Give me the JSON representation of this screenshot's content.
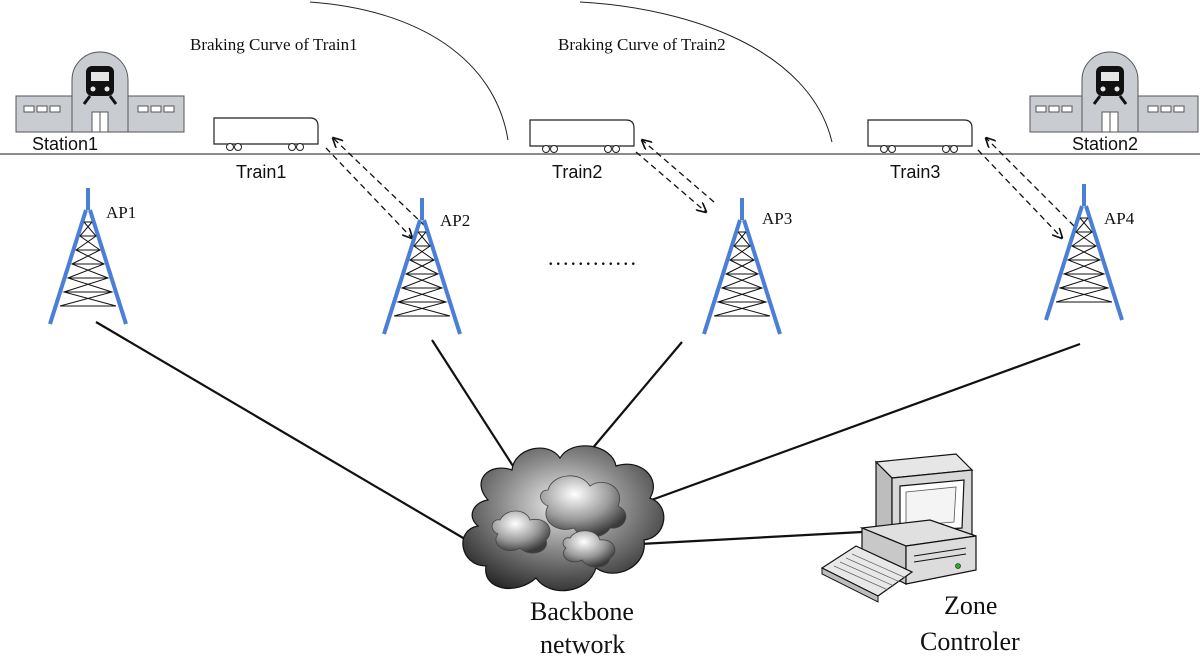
{
  "curve_labels": {
    "train1": "Braking Curve of Train1",
    "train2": "Braking Curve of Train2"
  },
  "stations": [
    {
      "name": "Station1"
    },
    {
      "name": "Station2"
    }
  ],
  "trains": [
    {
      "name": "Train1"
    },
    {
      "name": "Train2"
    },
    {
      "name": "Train3"
    }
  ],
  "access_points": [
    {
      "name": "AP1"
    },
    {
      "name": "AP2"
    },
    {
      "name": "AP3"
    },
    {
      "name": "AP4"
    }
  ],
  "ellipsis": "............",
  "backbone": {
    "line1": "Backbone",
    "line2": "network"
  },
  "zone_controller": {
    "line1": "Zone",
    "line2": "Controler"
  },
  "colors": {
    "tower": "#4a7fd6",
    "lines": "#111111",
    "station": "#c9cdd2",
    "cloud": "#555555"
  }
}
